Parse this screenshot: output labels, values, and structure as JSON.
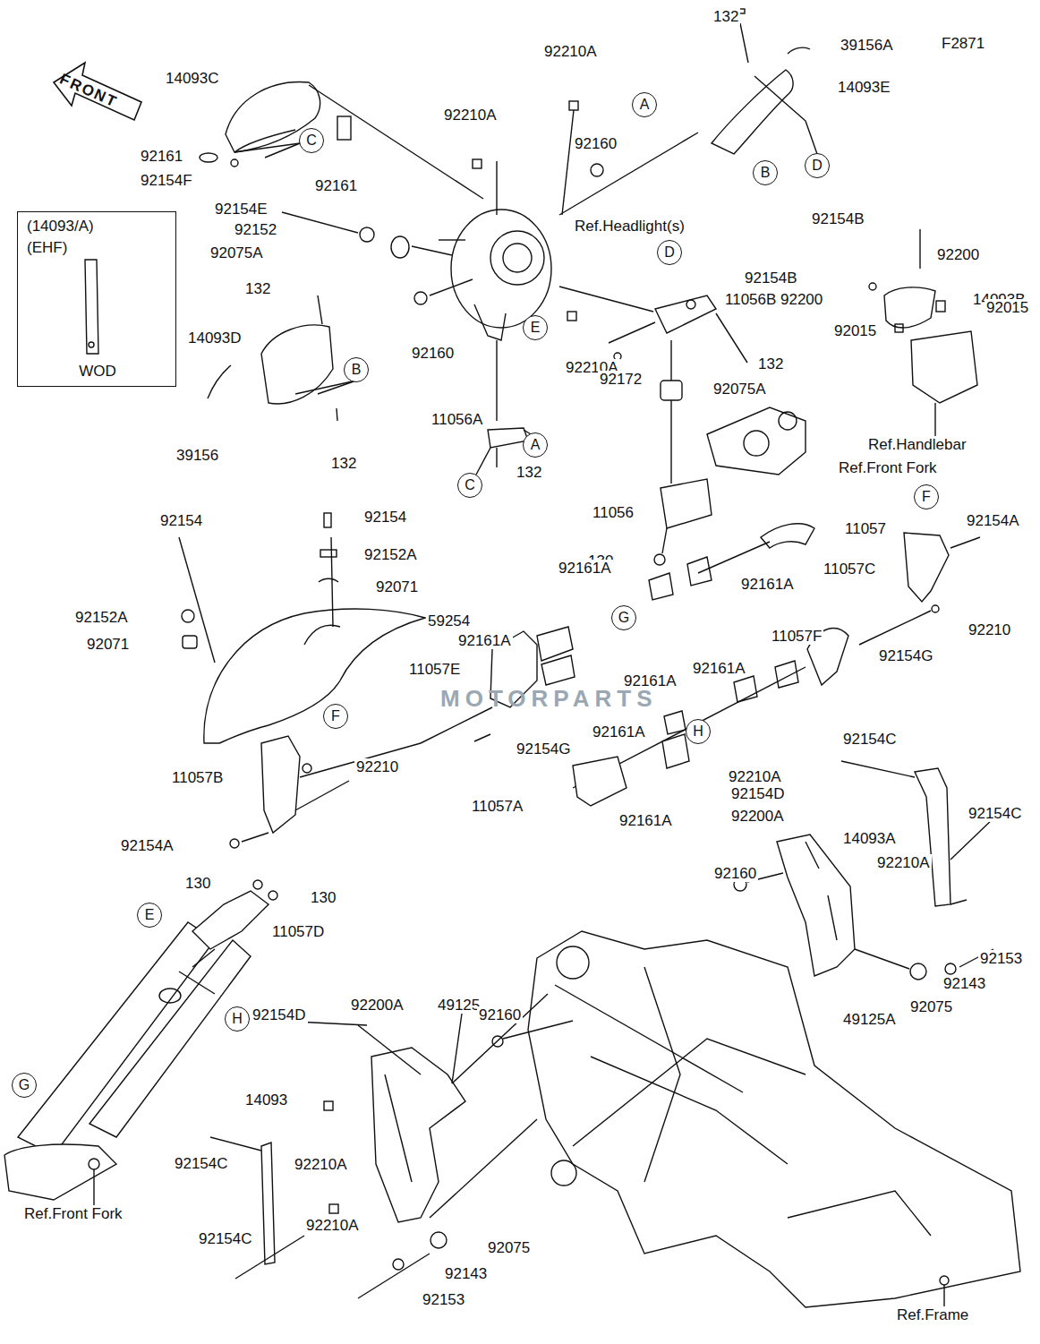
{
  "diagram": {
    "nodes": [
      {
        "text": [
          "A"
        ]
      },
      {
        "text": [
          "C"
        ]
      },
      {
        "text": [
          "D"
        ]
      },
      {
        "text": [
          "B"
        ]
      },
      {
        "text": [
          "(14093/A) (EHF)",
          "WOD"
        ]
      },
      {
        "text": [
          "D"
        ]
      },
      {
        "text": [
          "E"
        ]
      },
      {
        "text": [
          "B"
        ]
      },
      {
        "text": [
          "A"
        ]
      },
      {
        "text": [
          "C"
        ]
      },
      {
        "text": [
          "F"
        ]
      },
      {
        "text": [
          "G"
        ]
      },
      {
        "text": [
          "F"
        ]
      },
      {
        "text": [
          "H"
        ]
      },
      {
        "text": [
          "E"
        ]
      },
      {
        "text": [
          "H"
        ]
      },
      {
        "text": [
          "G"
        ]
      }
    ],
    "labels": [
      "F2871",
      "FRONT",
      "132",
      "39156A",
      "14093E",
      "92210A",
      "14093C",
      "92210A",
      "92160",
      "92161",
      "92154F",
      "92161",
      "92154E",
      "Ref.Headlight(s)",
      "92154B",
      "92152",
      "92200",
      "92154B",
      "92075A",
      "92200",
      "14093B",
      "11056B",
      "92015",
      "92015",
      "132",
      "14093D",
      "92160",
      "92210A",
      "132",
      "92172",
      "92075A",
      "Ref.Handlebar",
      "Ref.Front Fork",
      "11056A",
      "132",
      "39156",
      "132",
      "11056",
      "11057",
      "92154A",
      "11057C",
      "92154",
      "92154",
      "92152A",
      "130",
      "92161A",
      "92161A",
      "92071",
      "92152A",
      "59254",
      "92210",
      "11057F",
      "92161A",
      "92071",
      "92154G",
      "92161A",
      "11057E",
      "92161A",
      "92161A",
      "MOTORPARTS",
      "92154C",
      "92154G",
      "92210",
      "92210A",
      "11057B",
      "92154D",
      "11057A",
      "92154C",
      "92200A",
      "92161A",
      "14093A",
      "92154A",
      "92210A",
      "92160",
      "130",
      "130",
      "11057D",
      "92153",
      "92143",
      "92075",
      "92200A",
      "49125",
      "92154D",
      "92160",
      "49125A",
      "14093",
      "92154C",
      "92210A",
      "Ref.Front Fork",
      "92210A",
      "92154C",
      "92075",
      "92143",
      "92153",
      "Ref.Frame"
    ]
  }
}
